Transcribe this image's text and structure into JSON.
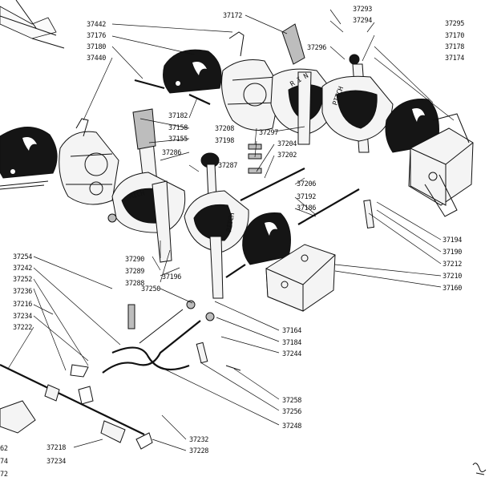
{
  "labels": {
    "l37293": "37293",
    "l37294": "37294",
    "l37295": "37295",
    "l37170": "37170",
    "l37178": "37178",
    "l37174": "37174",
    "l37172": "37172",
    "l37296": "37296",
    "l37442": "37442",
    "l37176": "37176",
    "l37180": "37180",
    "l37440": "37440",
    "l37182": "37182",
    "l37158": "37158",
    "l37155": "37155",
    "l37286": "37286",
    "l37287": "37287",
    "l37208": "37208",
    "l37198": "37198",
    "l37297": "37297",
    "l37204": "37204",
    "l37202": "37202",
    "l37206": "37206",
    "l37192": "37192",
    "l37186": "37186",
    "l37290": "37290",
    "l37289": "37289",
    "l37288": "37288",
    "l37196": "37196",
    "l37250": "37250",
    "l37194": "37194",
    "l37190": "37190",
    "l37212": "37212",
    "l37210": "37210",
    "l37160": "37160",
    "l37254": "37254",
    "l37242": "37242",
    "l37252": "37252",
    "l37236": "37236",
    "l37216": "37216",
    "l37234a": "37234",
    "l37222": "37222",
    "l37164": "37164",
    "l37184": "37184",
    "l37244": "37244",
    "l37258": "37258",
    "l37256": "37256",
    "l37248": "37248",
    "l37232": "37232",
    "l37228": "37228",
    "l37218": "37218",
    "l37234b": "37234",
    "l_edge62": "62",
    "l_edge74": "74",
    "l_edge72": "72"
  },
  "colors": {
    "ink": "#151515",
    "paper": "#ffffff"
  }
}
